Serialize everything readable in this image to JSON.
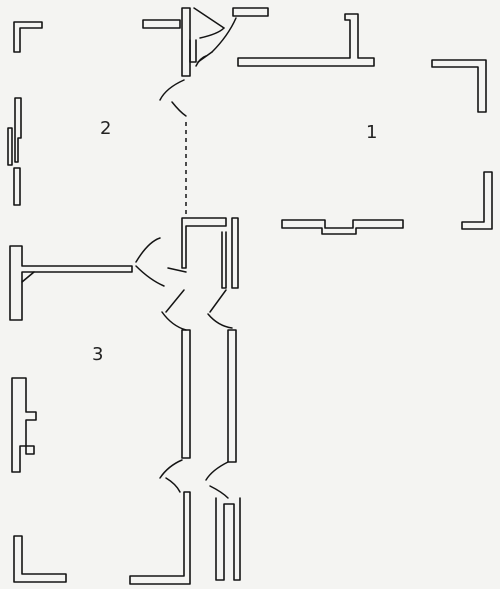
{
  "rooms": [
    {
      "label": "1"
    },
    {
      "label": "2"
    },
    {
      "label": "3"
    }
  ]
}
